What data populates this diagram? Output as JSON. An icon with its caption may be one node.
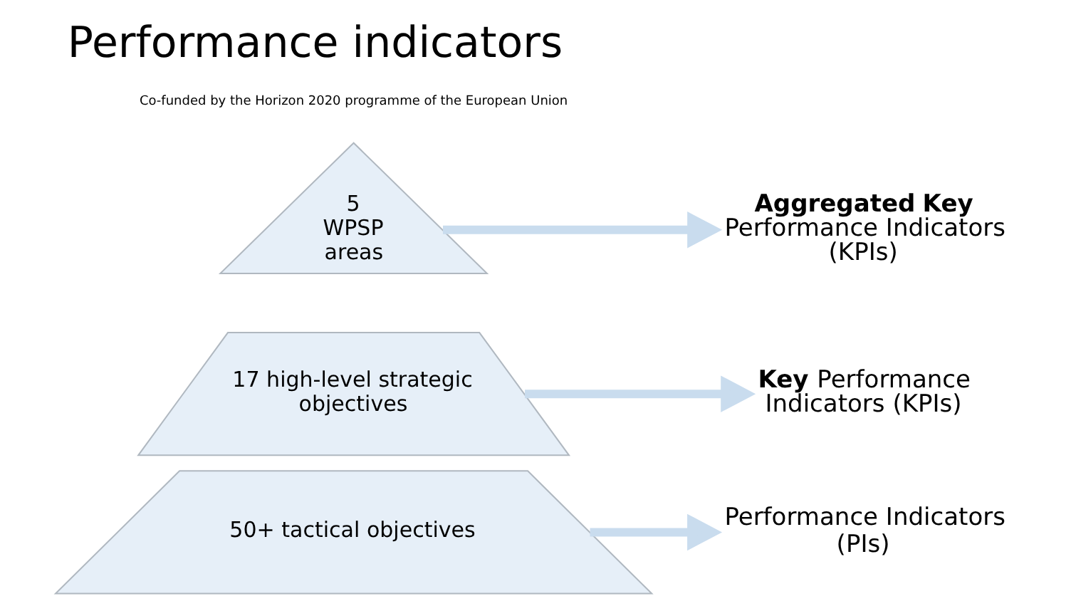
{
  "diagram": {
    "title": "Performance indicators",
    "nodes": [
      {
        "text": [
          "5 WPSP areas"
        ]
      },
      {
        "text": [
          "17 high-level strategic objectives"
        ]
      },
      {
        "text": [
          "50+ tactical objectives"
        ]
      },
      {
        "text": [
          "**Aggregated Key** Performance Indicators (KPIs)"
        ]
      },
      {
        "text": [
          "**Key** Performance Indicators (KPIs)"
        ]
      },
      {
        "text": [
          "Performance Indicators (PIs)"
        ]
      }
    ],
    "edges": [
      {
        "from": 0,
        "to": 3,
        "arrow": "to"
      },
      {
        "from": 1,
        "to": 4,
        "arrow": "to"
      },
      {
        "from": 2,
        "to": 5,
        "arrow": "to"
      }
    ],
    "labels": [
      "Co-funded by the Horizon 2020 programme of the European Union"
    ]
  }
}
